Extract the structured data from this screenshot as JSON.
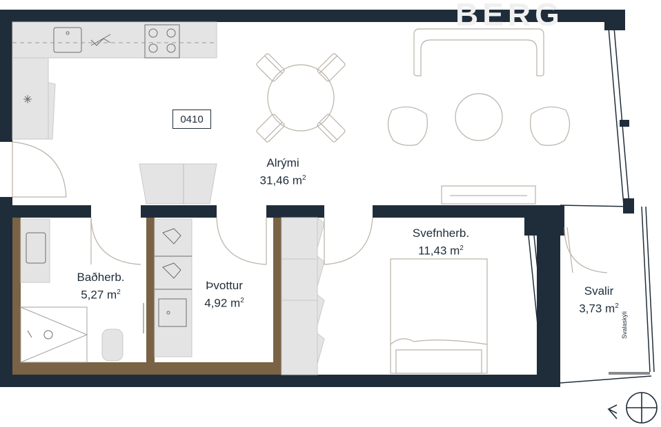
{
  "brand": "BERG",
  "unit_number": "0410",
  "rooms": [
    {
      "name": "Alrými",
      "area": "31,46 m",
      "unit_sup": "2"
    },
    {
      "name": "Svefnherb.",
      "area": "11,43 m",
      "unit_sup": "2"
    },
    {
      "name": "Baðherb.",
      "area": "5,27 m",
      "unit_sup": "2"
    },
    {
      "name": "Þvottur",
      "area": "4,92 m",
      "unit_sup": "2"
    },
    {
      "name": "Svalir",
      "area": "3,73 m",
      "unit_sup": "2"
    }
  ],
  "balcony_glass_label": "Svalaskýli",
  "colors": {
    "wall": "#1f2d3a",
    "furniture": "#e4e4e4",
    "line": "#b9b1a6",
    "wet_wall": "#7a6245"
  }
}
